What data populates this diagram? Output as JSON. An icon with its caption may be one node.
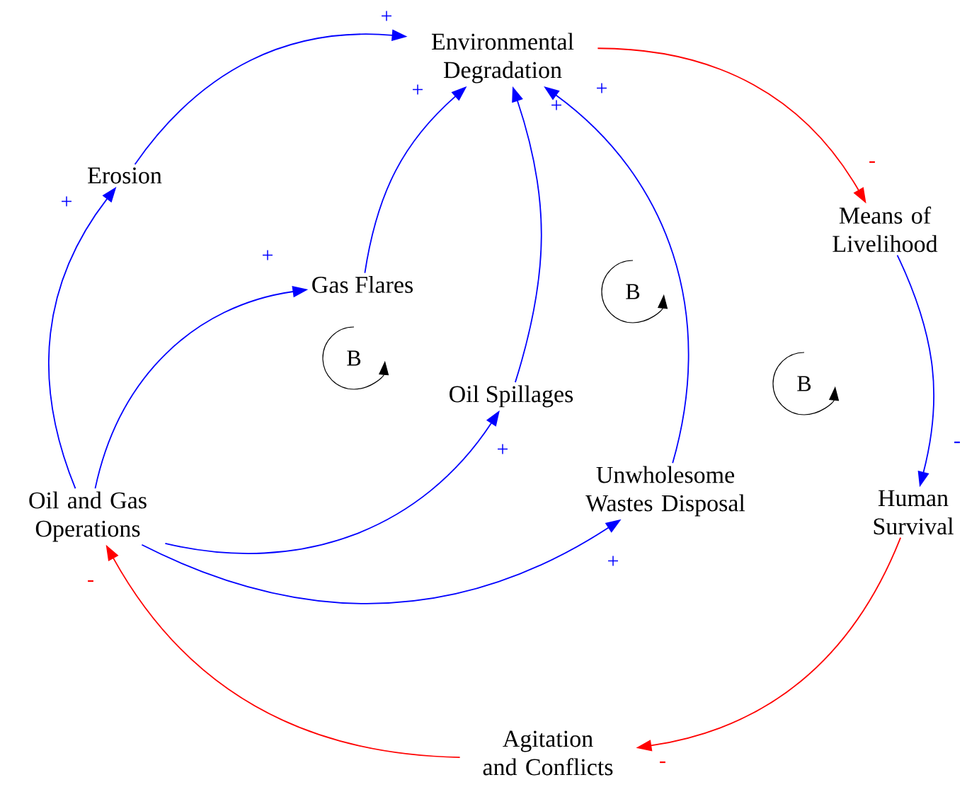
{
  "diagram": {
    "nodes": [
      {
        "text": [
          "Environmental Degradation"
        ]
      },
      {
        "text": [
          "Erosion"
        ]
      },
      {
        "text": [
          "Means of Livelihood"
        ]
      },
      {
        "text": [
          "Gas Flares"
        ]
      },
      {
        "text": [
          "Oil Spillages"
        ]
      },
      {
        "text": [
          "Oil and Gas Operations"
        ]
      },
      {
        "text": [
          "Unwholesome Wastes Disposal"
        ]
      },
      {
        "text": [
          "Human Survival"
        ]
      },
      {
        "text": [
          "Agitation and Conflicts"
        ]
      }
    ],
    "edges": [
      {
        "from": 1,
        "to": 0,
        "arrow": "to",
        "label": "+"
      },
      {
        "from": 3,
        "to": 0,
        "arrow": "to",
        "label": "+"
      },
      {
        "from": 4,
        "to": 0,
        "arrow": "to",
        "label": "+"
      },
      {
        "from": 6,
        "to": 0,
        "arrow": "to",
        "label": "+"
      },
      {
        "from": 0,
        "to": 2,
        "arrow": "to",
        "label": "-",
        "color": "#ff0000"
      },
      {
        "from": 2,
        "to": 7,
        "arrow": "to",
        "label": "-"
      },
      {
        "from": 7,
        "to": 8,
        "arrow": "to",
        "label": "-",
        "color": "#ff0000"
      },
      {
        "from": 8,
        "to": 5,
        "arrow": "to",
        "label": "-",
        "color": "#ff0000"
      },
      {
        "from": 5,
        "to": 1,
        "arrow": "to",
        "label": "+"
      },
      {
        "from": 5,
        "to": 3,
        "arrow": "to",
        "label": "+"
      },
      {
        "from": 5,
        "to": 4,
        "arrow": "to",
        "label": "+"
      },
      {
        "from": 5,
        "to": 6,
        "arrow": "to",
        "label": "+"
      }
    ],
    "labels": [
      "B",
      "B",
      "B"
    ]
  }
}
